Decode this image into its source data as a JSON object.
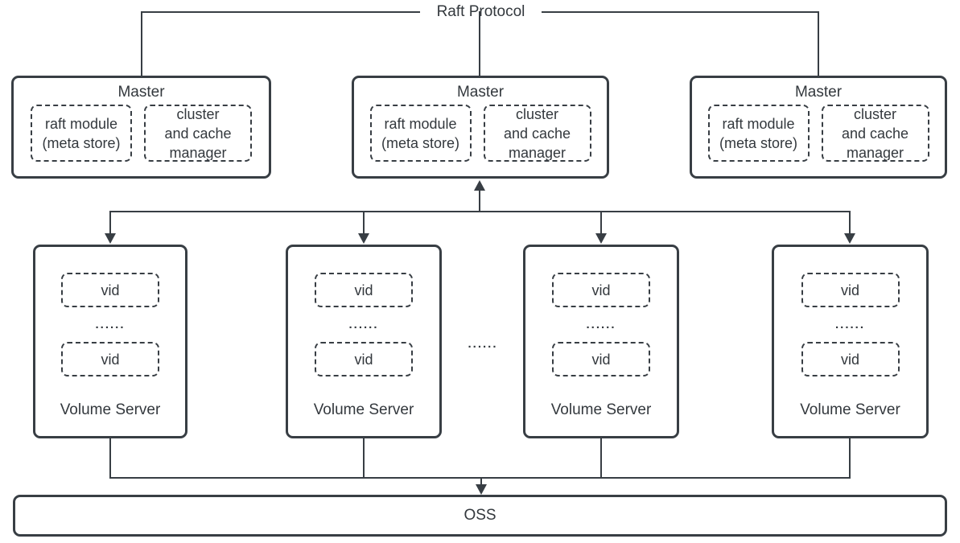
{
  "colors": {
    "stroke": "#383e44",
    "text": "#33383d",
    "background": "#ffffff"
  },
  "raft_protocol": {
    "label": "Raft Protocol"
  },
  "masters": [
    {
      "title": "Master",
      "raft_module_line1": "raft module",
      "raft_module_line2": "(meta store)",
      "cluster_line1": "cluster",
      "cluster_line2": "and cache",
      "cluster_line3": "manager"
    },
    {
      "title": "Master",
      "raft_module_line1": "raft module",
      "raft_module_line2": "(meta store)",
      "cluster_line1": "cluster",
      "cluster_line2": "and cache",
      "cluster_line3": "manager"
    },
    {
      "title": "Master",
      "raft_module_line1": "raft module",
      "raft_module_line2": "(meta store)",
      "cluster_line1": "cluster",
      "cluster_line2": "and cache",
      "cluster_line3": "manager"
    }
  ],
  "volume_servers": [
    {
      "label": "Volume Server",
      "vid_top": "vid",
      "vid_bottom": "vid",
      "dots": "......"
    },
    {
      "label": "Volume Server",
      "vid_top": "vid",
      "vid_bottom": "vid",
      "dots": "......"
    },
    {
      "label": "Volume Server",
      "vid_top": "vid",
      "vid_bottom": "vid",
      "dots": "......"
    },
    {
      "label": "Volume Server",
      "vid_top": "vid",
      "vid_bottom": "vid",
      "dots": "......"
    }
  ],
  "ellipsis_between_servers": "......",
  "oss": {
    "label": "OSS"
  }
}
